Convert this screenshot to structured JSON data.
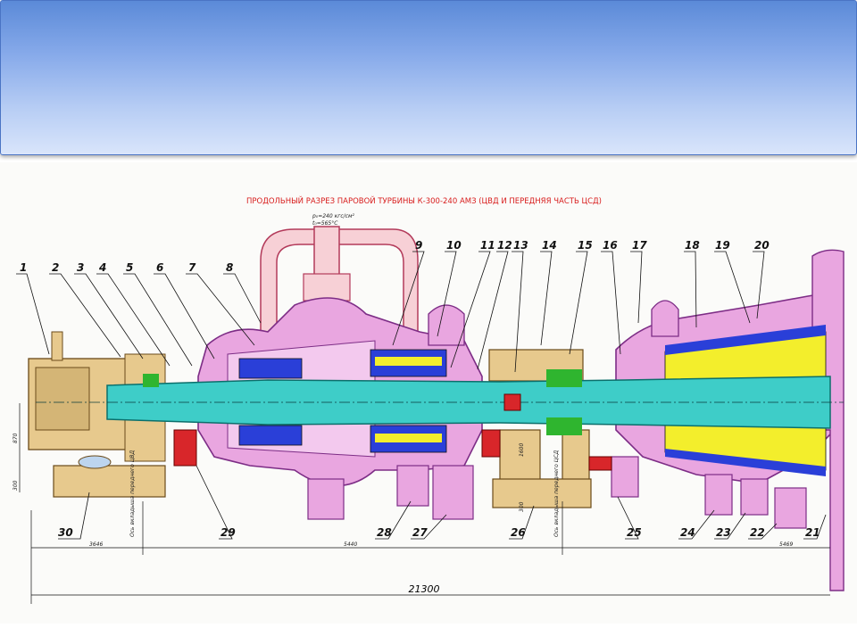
{
  "slide": {
    "banner_color": "#87aaea"
  },
  "drawing": {
    "title": "ПРОДОЛЬНЫЙ РАЗРЕЗ ПАРОВОЙ ТУРБИНЫ К-300-240 АМЗ (ЦВД И ПЕРЕДНЯЯ ЧАСТЬ ЦСД)",
    "steam_params": [
      "p₀=240 кгс/см²",
      "t₀=565°C"
    ],
    "top_labels": [
      "1",
      "2",
      "3",
      "4",
      "5",
      "6",
      "7",
      "8",
      "9",
      "10",
      "11",
      "12",
      "13",
      "14",
      "15",
      "16",
      "17",
      "18",
      "19",
      "20"
    ],
    "bottom_labels": [
      "30",
      "29",
      "28",
      "27",
      "26",
      "25",
      "24",
      "23",
      "22",
      "21"
    ],
    "dimensions": {
      "overall": "21300",
      "d1": "3646",
      "d2": "5440",
      "d3": "5469",
      "h1": "870",
      "h2": "300",
      "h3": "300",
      "h4": "1600"
    },
    "axis_notes": [
      "Ось вкладыша переднего ЦВД",
      "Ось вкладыша переднего ЦСД"
    ],
    "colors": {
      "shaft": "#3ecdc8",
      "casing": "#e9a6e0",
      "pipe": "#f7d0d6",
      "blades": "#f3ee2c",
      "diaphragm": "#2a3fd8",
      "bearing": "#e7c98d",
      "rotor_disc": "#5ea6f4",
      "coupling": "#d8262a",
      "seal": "#2fb52f"
    }
  }
}
